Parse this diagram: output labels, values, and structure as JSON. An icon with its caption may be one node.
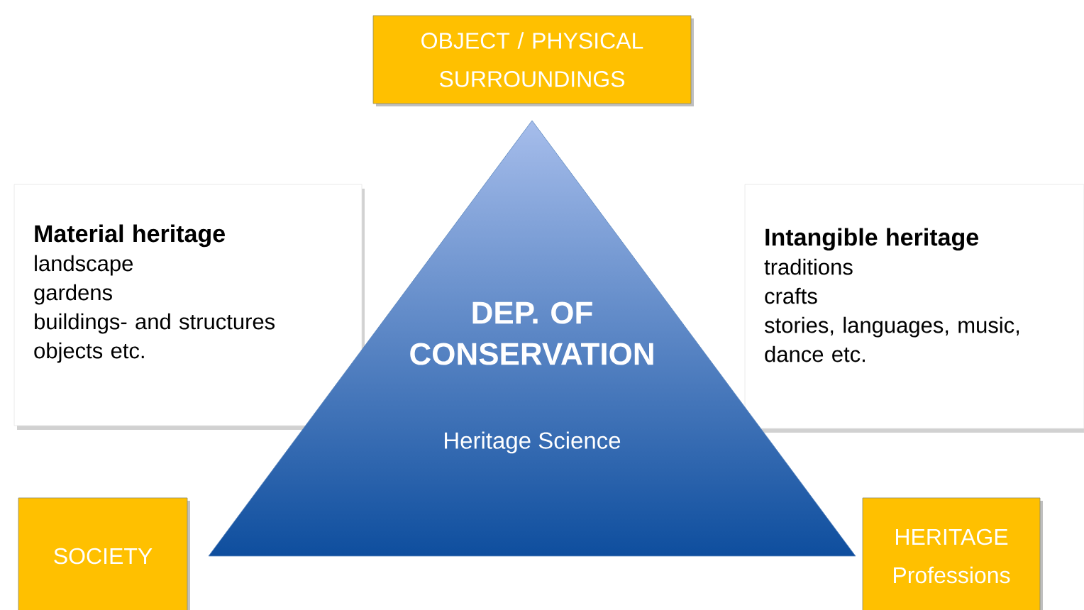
{
  "diagram": {
    "nodes": [
      {
        "text": [
          "OBJECT / PHYSICAL SURROUNDINGS"
        ]
      },
      {
        "text": [
          "Material heritage",
          "landscape",
          "gardens",
          "buildings- and structures",
          "objects etc."
        ]
      },
      {
        "text": [
          "DEP. OF CONSERVATION",
          "Heritage Science"
        ]
      },
      {
        "text": [
          "Intangible heritage",
          "traditions",
          "crafts",
          "stories, languages, music, dance etc."
        ]
      },
      {
        "text": [
          "SOCIETY"
        ]
      },
      {
        "text": [
          "HERITAGE Professions"
        ]
      }
    ],
    "edges": []
  }
}
